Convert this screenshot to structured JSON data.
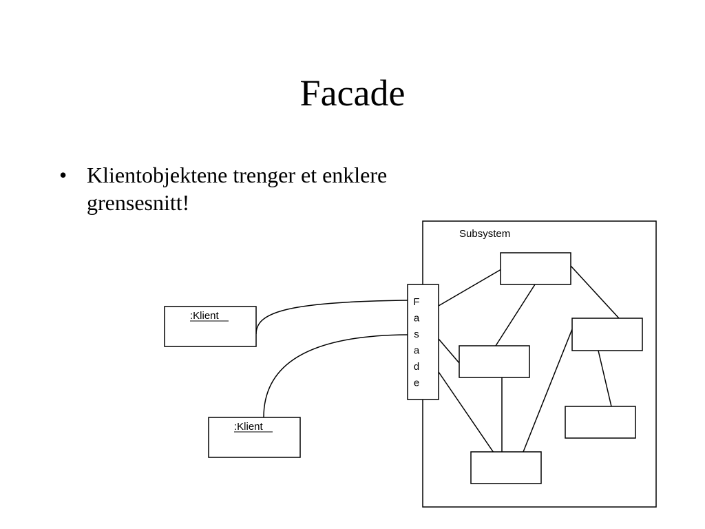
{
  "slide": {
    "title": "Facade",
    "bullet": "Klientobjektene trenger et enklere grensesnitt!",
    "bullet_marker": "•"
  },
  "diagram": {
    "subsystem_label": "Subsystem",
    "facade_letters": [
      "F",
      "a",
      "s",
      "a",
      "d",
      "e"
    ],
    "client_label_1": ":Klient",
    "client_label_2": ":Klient"
  }
}
